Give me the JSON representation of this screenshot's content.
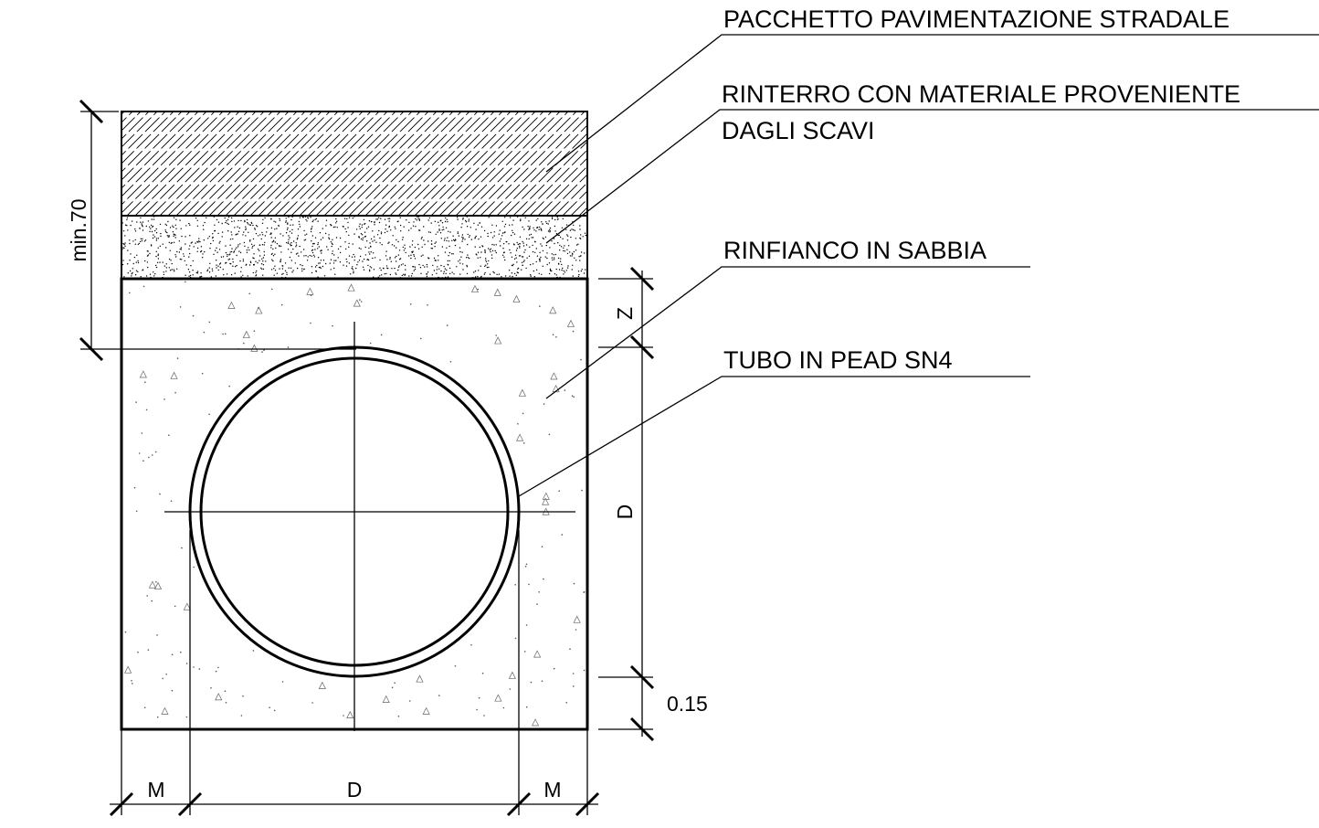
{
  "callouts": {
    "road_pavement": "PACCHETTO PAVIMENTAZIONE STRADALE",
    "backfill_line1": "RINTERRO CON MATERIALE PROVENIENTE",
    "backfill_line2": "DAGLI SCAVI",
    "sand_bedding": "RINFIANCO IN SABBIA",
    "pipe": "TUBO IN PEAD SN4"
  },
  "dimensions": {
    "cover_depth": "min.70",
    "z": "Z",
    "pipe_diameter_vertical": "D",
    "bedding_thickness": "0.15",
    "side_margin_left": "M",
    "pipe_diameter_horizontal": "D",
    "side_margin_right": "M"
  },
  "colors": {
    "line": "#000000",
    "background": "#ffffff",
    "hatch": "#000000"
  }
}
